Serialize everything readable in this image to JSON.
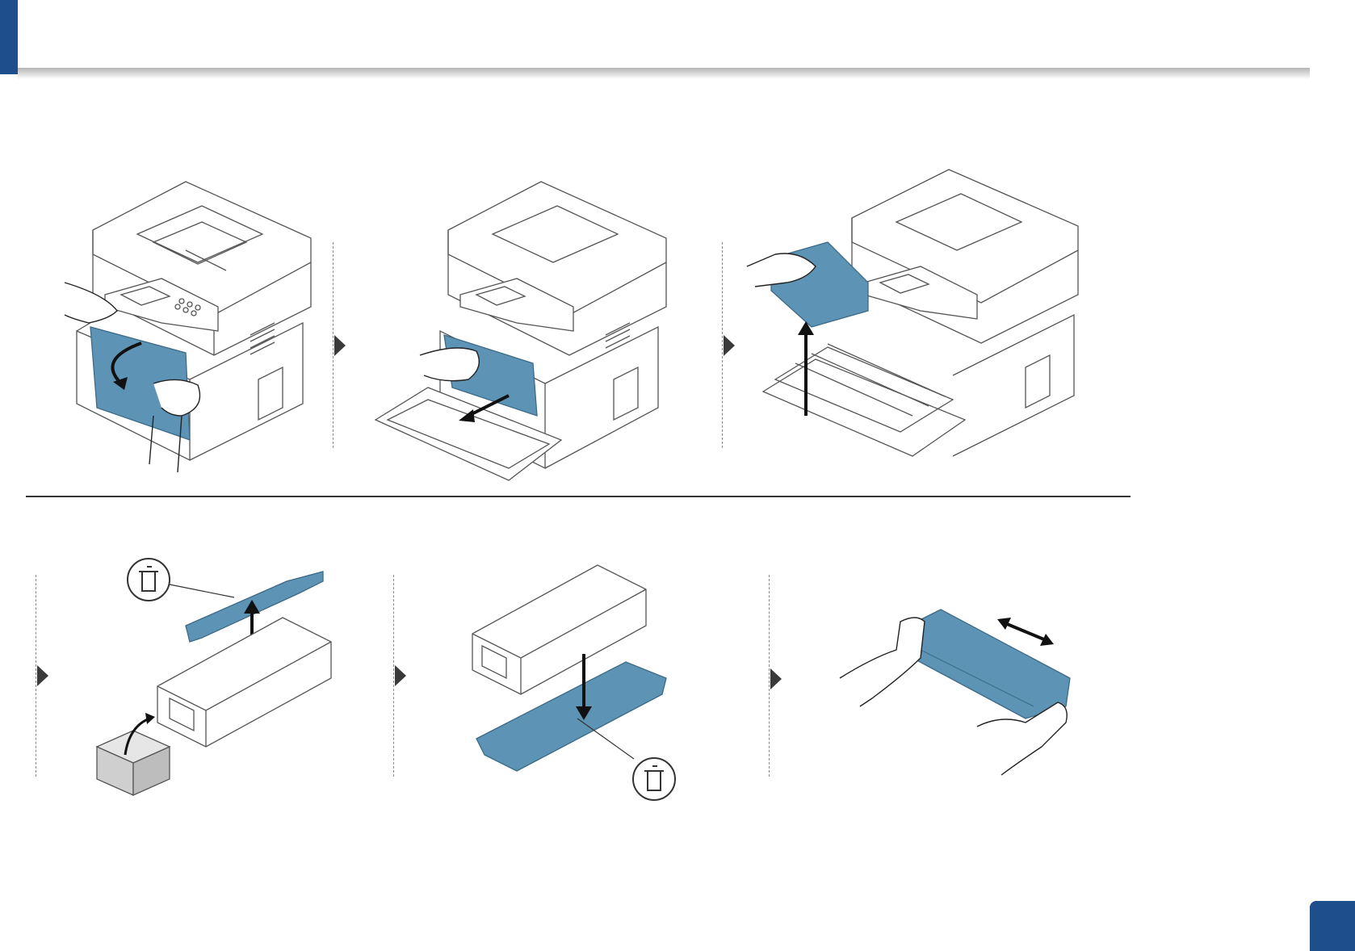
{
  "header": {
    "page_number": ""
  },
  "colors": {
    "accent": "#1f4e8c",
    "part_blue": "#5d93b5",
    "line": "#555555"
  },
  "steps": [
    {
      "id": 1,
      "icon": "printer-open-front-door"
    },
    {
      "id": 2,
      "icon": "pull-out-toner-tray"
    },
    {
      "id": 3,
      "icon": "lift-out-toner-cartridge"
    },
    {
      "id": 4,
      "icon": "unpack-new-cartridge-remove-cover"
    },
    {
      "id": 5,
      "icon": "remove-protective-cover"
    },
    {
      "id": 6,
      "icon": "shake-cartridge"
    }
  ],
  "icons": [
    "recycle-bin-icon",
    "recycle-bin-icon",
    "double-arrow-icon",
    "open-box-icon"
  ]
}
